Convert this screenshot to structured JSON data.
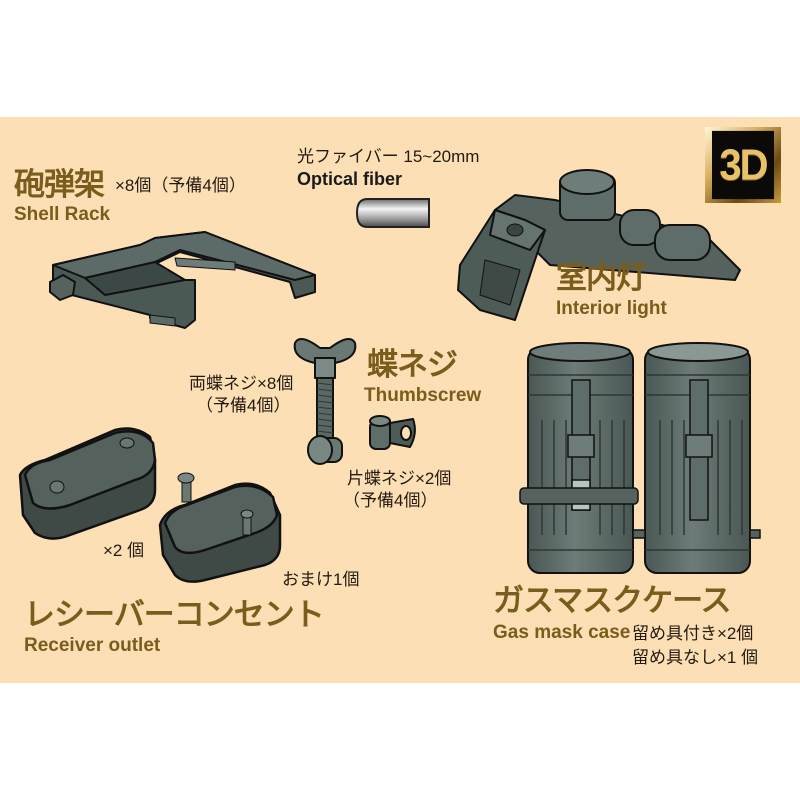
{
  "colors": {
    "background_band": "#fcdfb5",
    "title_text": "#7a5c1c",
    "note_text": "#231a10",
    "part_gray_green": "#4e5c58",
    "badge_gold": "#d8b060"
  },
  "badge": {
    "label": "3D"
  },
  "shell_rack": {
    "title_jp": "砲弾架",
    "title_en": "Shell Rack",
    "quantity": "×8個（予備4個）"
  },
  "optical_fiber": {
    "label_jp": "光ファイバー 15~20mm",
    "title_en": "Optical fiber"
  },
  "interior_light": {
    "title_jp": "室内灯",
    "title_en": "Interior light"
  },
  "thumbscrew": {
    "title_jp": "蝶ネジ",
    "title_en": "Thumbscrew",
    "double_wing_line1": "両蝶ネジ×8個",
    "double_wing_line2": "（予備4個）",
    "single_wing_line1": "片蝶ネジ×2個",
    "single_wing_line2": "（予備4個）"
  },
  "receiver_outlet": {
    "title_jp": "レシーバーコンセント",
    "title_en": "Receiver outlet",
    "quantity": "×2 個",
    "bonus": "おまけ1個"
  },
  "gas_mask_case": {
    "title_jp": "ガスマスクケース",
    "title_en": "Gas mask case",
    "with_clasp": "留め具付き×2個",
    "without_clasp": "留め具なし×1 個"
  }
}
